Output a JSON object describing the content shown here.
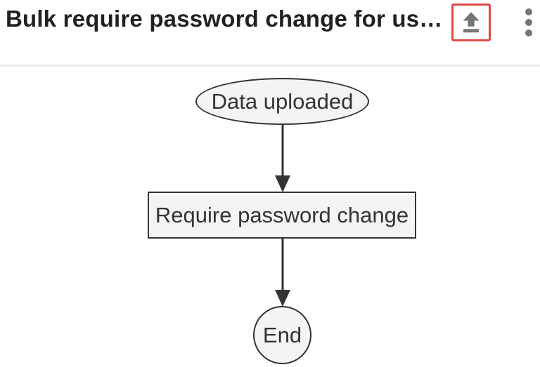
{
  "header": {
    "title": "Bulk require password change for us…",
    "upload_button": {
      "icon": "upload-icon"
    },
    "menu_button": {
      "icon": "kebab-menu-icon"
    }
  },
  "diagram": {
    "type": "flowchart",
    "direction": "top-down",
    "nodes": [
      {
        "id": "start",
        "shape": "ellipse",
        "label": "Data uploaded"
      },
      {
        "id": "process",
        "shape": "rectangle",
        "label": "Require password change"
      },
      {
        "id": "end",
        "shape": "circle",
        "label": "End"
      }
    ],
    "edges": [
      {
        "from": "start",
        "to": "process"
      },
      {
        "from": "process",
        "to": "end"
      }
    ]
  },
  "colors": {
    "title_text": "#202124",
    "icon_gray": "#757575",
    "highlight_red": "#e04a47",
    "divider": "#ececec",
    "node_fill": "#f4f4f4",
    "node_border": "#333333",
    "node_text": "#333333",
    "edge": "#333333"
  }
}
